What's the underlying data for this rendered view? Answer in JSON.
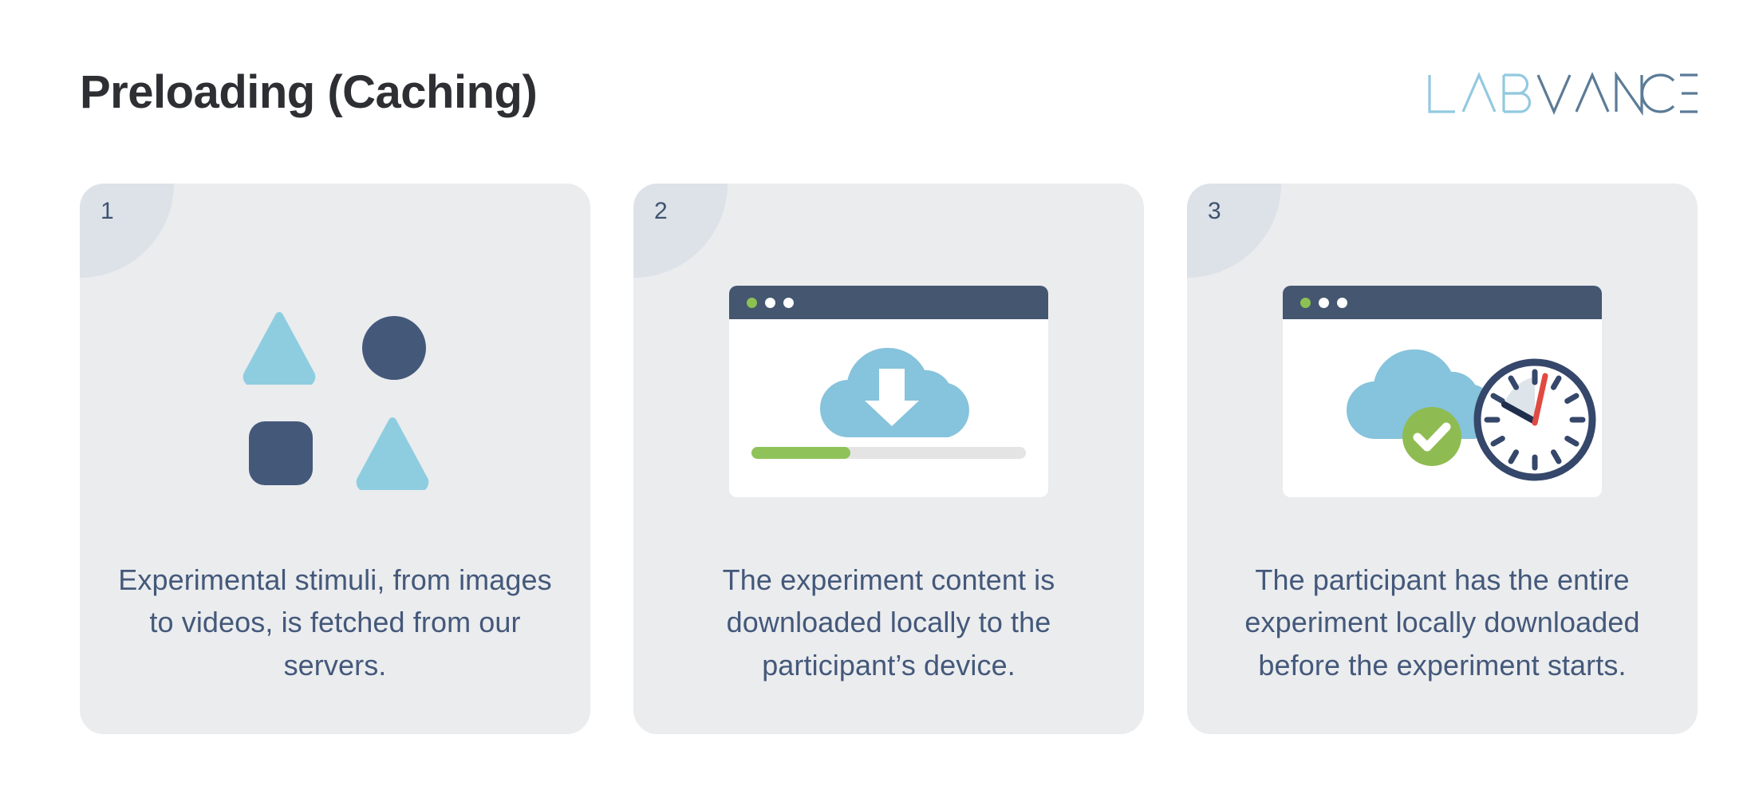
{
  "page": {
    "title": "Preloading (Caching)",
    "background_color": "#ffffff"
  },
  "logo": {
    "part_light": "LAB",
    "part_dark": "VANCED",
    "light_color": "#93c9e0",
    "dark_color": "#5b7b96",
    "name": "labvanced-logo"
  },
  "theme": {
    "card_background": "#eaecee",
    "badge_background": "#dde2e8",
    "text_color": "#44587a",
    "title_color": "#2d2f33",
    "navy": "#44587a",
    "navy_dark": "#3f5370",
    "light_blue": "#8ecde0",
    "cloud_blue": "#86c3dc",
    "green": "#8fc35a",
    "green_check": "#8fbc52",
    "browser_bar": "#445670",
    "progress_track": "#e4e4e4",
    "red_hand": "#e04a42",
    "clock_wedge": "#dde4ea"
  },
  "cards": [
    {
      "number": "1",
      "text": "Experimental stimuli, from images to videos, is fetched from our servers.",
      "visual": "shapes",
      "shapes": [
        {
          "name": "triangle-light-top-left",
          "type": "triangle",
          "color": "#8ecde0"
        },
        {
          "name": "circle-dark-top-right",
          "type": "circle",
          "color": "#44587a"
        },
        {
          "name": "square-dark-bottom-left",
          "type": "rounded-square",
          "color": "#44587a"
        },
        {
          "name": "triangle-light-bottom-right",
          "type": "triangle",
          "color": "#8ecde0"
        }
      ]
    },
    {
      "number": "2",
      "text": "The experiment content is downloaded locally to the participant’s device.",
      "visual": "browser-download",
      "browser": {
        "dots": [
          "#8cc152",
          "#ffffff",
          "#ffffff"
        ],
        "cloud_icon": "cloud-download-icon",
        "progress_percent": 36
      }
    },
    {
      "number": "3",
      "text": "The participant has the entire experiment locally downloaded before the experiment starts.",
      "visual": "browser-complete",
      "browser": {
        "dots": [
          "#8cc152",
          "#ffffff",
          "#ffffff"
        ],
        "cloud_icon": "cloud-check-icon",
        "clock_icon": "clock-icon"
      }
    }
  ]
}
